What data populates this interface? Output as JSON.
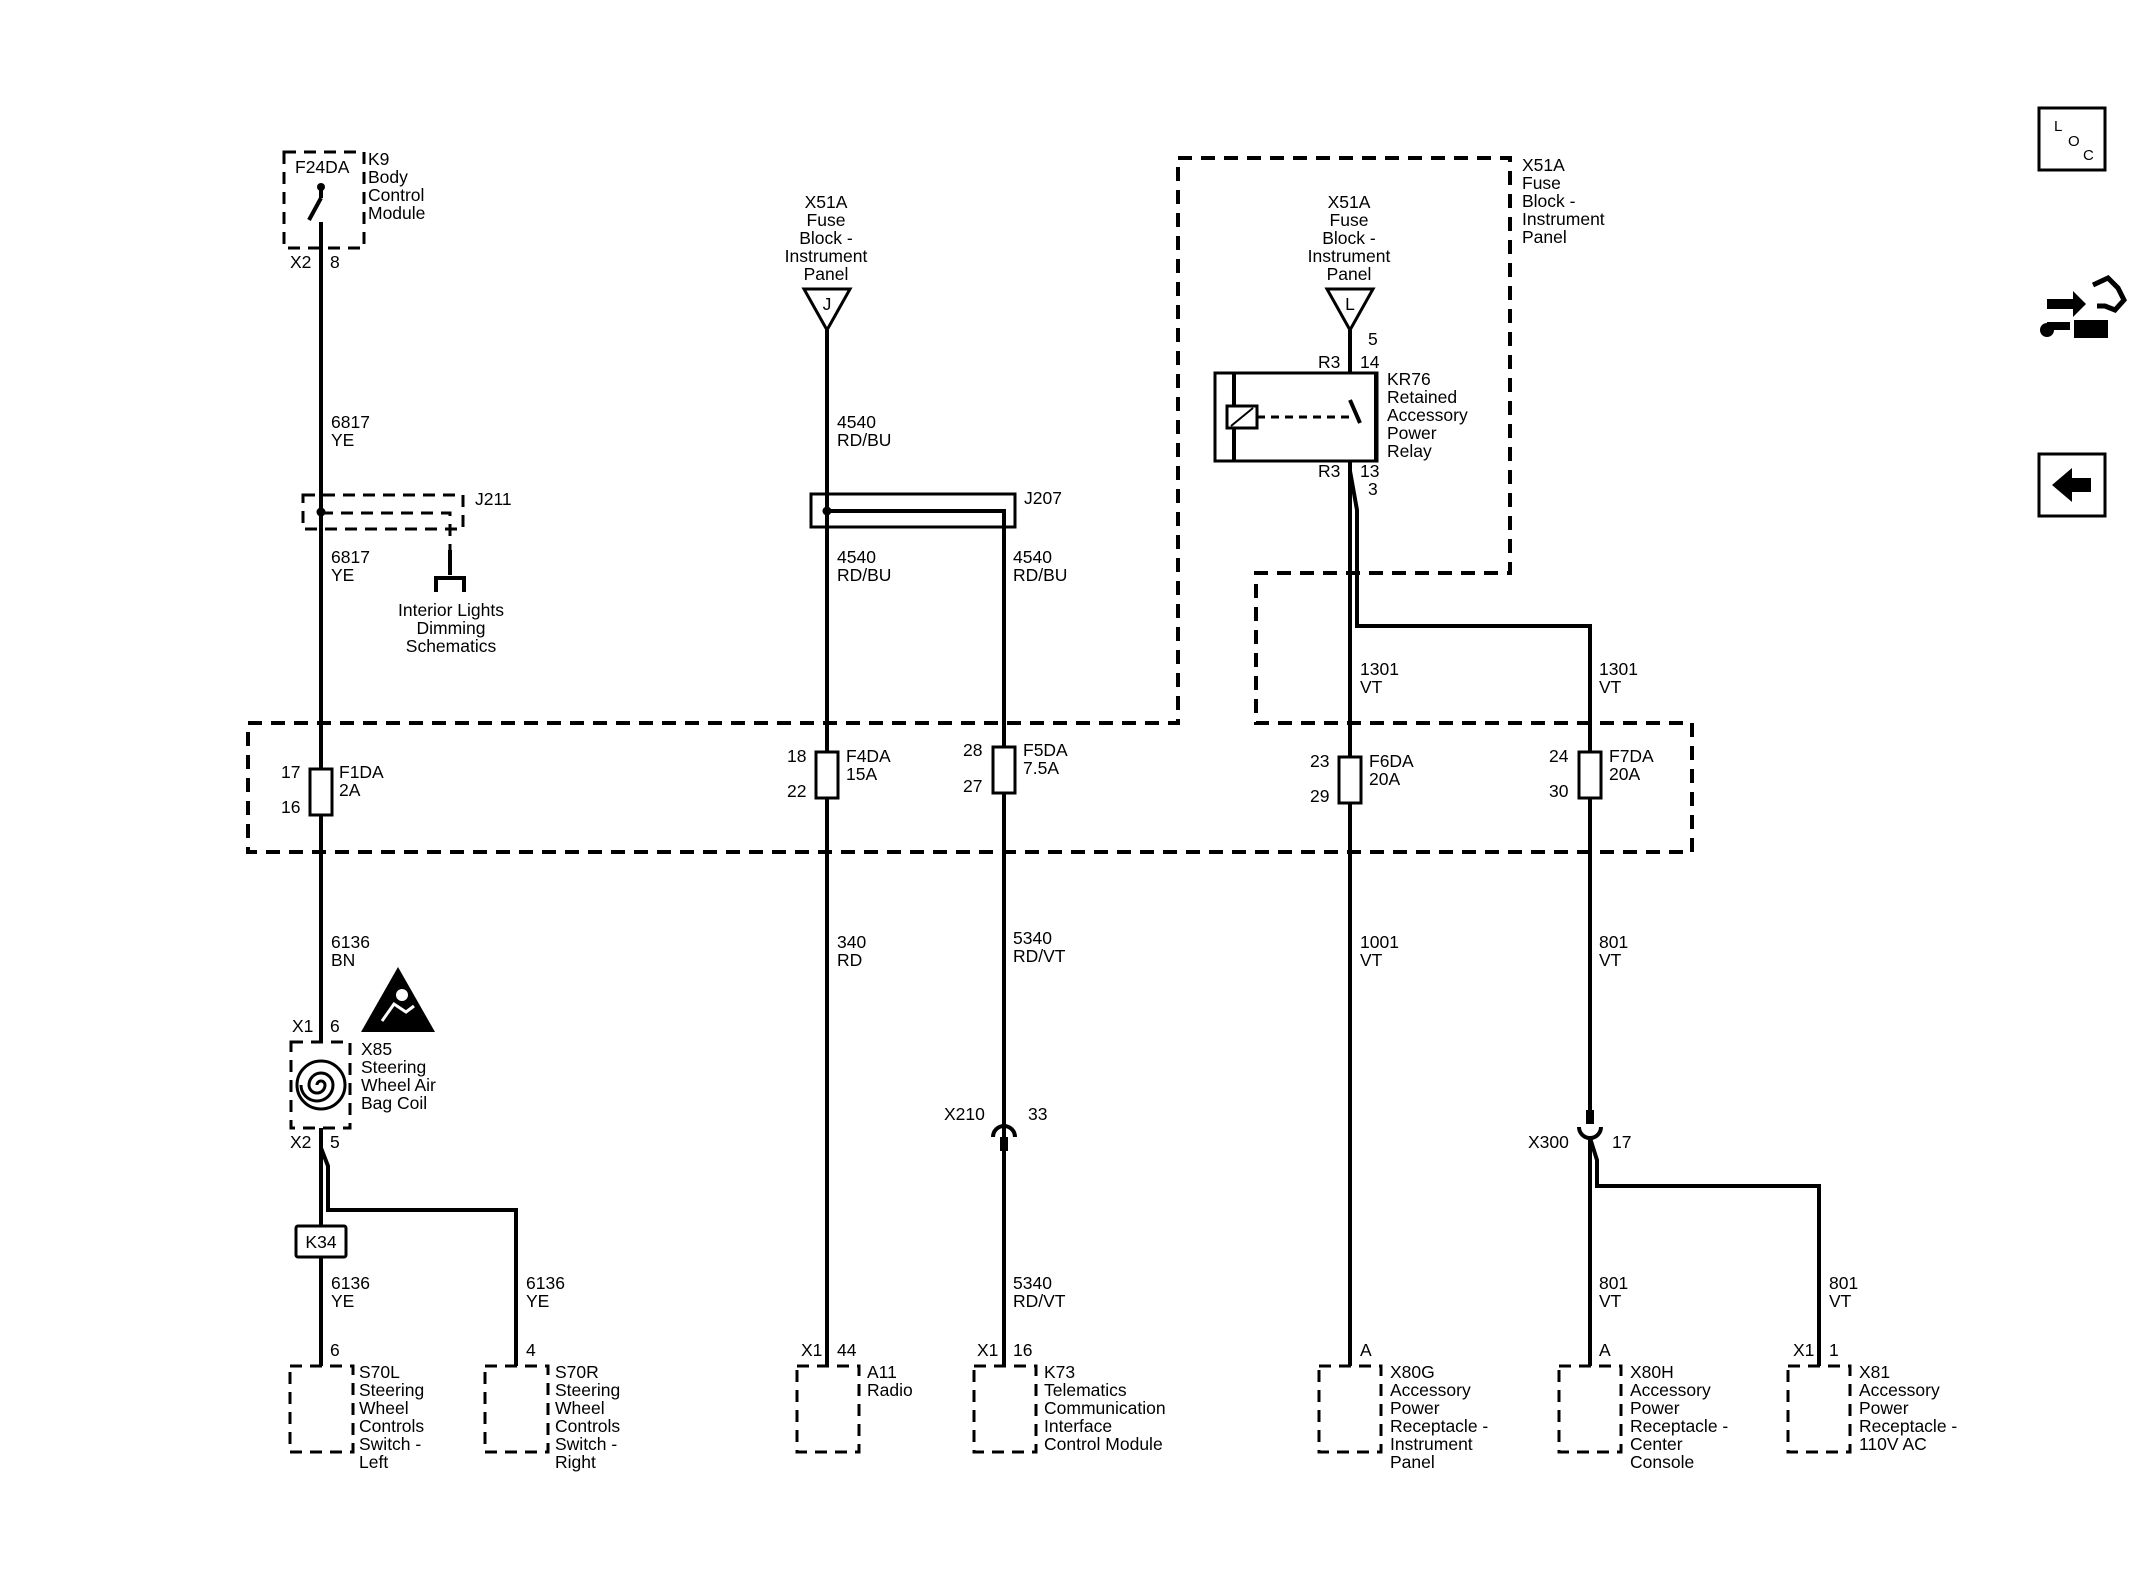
{
  "modules": {
    "bcm": {
      "id": "K9",
      "name_lines": [
        "Body",
        "Control",
        "Module"
      ],
      "device": "F24DA",
      "conn": "X2",
      "pin": "8"
    },
    "x51a_left": {
      "lines": [
        "X51A",
        "Fuse",
        "Block -",
        "Instrument",
        "Panel"
      ],
      "terminal": "J"
    },
    "x51a_right": {
      "lines": [
        "X51A",
        "Fuse",
        "Block -",
        "Instrument",
        "Panel"
      ],
      "terminal": "L"
    },
    "x51a_box": {
      "lines": [
        "X51A",
        "Fuse",
        "Block -",
        "Instrument",
        "Panel"
      ]
    },
    "relay": {
      "id": "KR76",
      "name_lines": [
        "Retained",
        "Accessory",
        "Power",
        "Relay"
      ],
      "conn_top": "R3",
      "pin_top": "14",
      "pin_in": "5",
      "conn_bottom": "R3",
      "pin_bottom": "13",
      "pin_out": "3"
    },
    "airbag_coil": {
      "id": "X85",
      "name_lines": [
        "Steering",
        "Wheel Air",
        "Bag Coil"
      ],
      "conn_top": "X1",
      "pin_top": "6",
      "conn_bottom": "X2",
      "pin_bottom": "5"
    },
    "s70l": {
      "id": "S70L",
      "name_lines": [
        "Steering",
        "Wheel",
        "Controls",
        "Switch -",
        "Left"
      ],
      "pin": "6"
    },
    "s70r": {
      "id": "S70R",
      "name_lines": [
        "Steering",
        "Wheel",
        "Controls",
        "Switch -",
        "Right"
      ],
      "pin": "4"
    },
    "a11": {
      "id": "A11",
      "name_lines": [
        "Radio"
      ],
      "conn": "X1",
      "pin": "44"
    },
    "k73": {
      "id": "K73",
      "name_lines": [
        "Telematics",
        "Communication",
        "Interface",
        "Control Module"
      ],
      "conn": "X1",
      "pin": "16"
    },
    "x80g": {
      "id": "X80G",
      "name_lines": [
        "Accessory",
        "Power",
        "Receptacle -",
        "Instrument",
        "Panel"
      ],
      "pin": "A"
    },
    "x80h": {
      "id": "X80H",
      "name_lines": [
        "Accessory",
        "Power",
        "Receptacle -",
        "Center",
        "Console"
      ],
      "pin": "A"
    },
    "x81": {
      "id": "X81",
      "name_lines": [
        "Accessory",
        "Power",
        "Receptacle -",
        "110V AC"
      ],
      "conn": "X1",
      "pin": "1"
    }
  },
  "splices": {
    "j211": {
      "id": "J211",
      "ref_lines": [
        "Interior Lights",
        "Dimming",
        "Schematics"
      ]
    },
    "j207": {
      "id": "J207"
    },
    "k34": {
      "id": "K34"
    }
  },
  "inline_connectors": {
    "x210": {
      "id": "X210",
      "pin": "33"
    },
    "x300": {
      "id": "X300",
      "pin": "17"
    }
  },
  "fuses": [
    {
      "id": "F1DA",
      "rating": "2A",
      "pin_in": "17",
      "pin_out": "16"
    },
    {
      "id": "F4DA",
      "rating": "15A",
      "pin_in": "18",
      "pin_out": "22"
    },
    {
      "id": "F5DA",
      "rating": "7.5A",
      "pin_in": "28",
      "pin_out": "27"
    },
    {
      "id": "F6DA",
      "rating": "20A",
      "pin_in": "23",
      "pin_out": "29"
    },
    {
      "id": "F7DA",
      "rating": "20A",
      "pin_in": "24",
      "pin_out": "30"
    }
  ],
  "wires": {
    "w6817a": {
      "circuit": "6817",
      "color": "YE"
    },
    "w6817b": {
      "circuit": "6817",
      "color": "YE"
    },
    "w4540a": {
      "circuit": "4540",
      "color": "RD/BU"
    },
    "w4540b": {
      "circuit": "4540",
      "color": "RD/BU"
    },
    "w4540c": {
      "circuit": "4540",
      "color": "RD/BU"
    },
    "w1301a": {
      "circuit": "1301",
      "color": "VT"
    },
    "w1301b": {
      "circuit": "1301",
      "color": "VT"
    },
    "w6136a": {
      "circuit": "6136",
      "color": "BN"
    },
    "w6136b": {
      "circuit": "6136",
      "color": "YE"
    },
    "w6136c": {
      "circuit": "6136",
      "color": "YE"
    },
    "w340": {
      "circuit": "340",
      "color": "RD"
    },
    "w5340a": {
      "circuit": "5340",
      "color": "RD/VT"
    },
    "w5340b": {
      "circuit": "5340",
      "color": "RD/VT"
    },
    "w1001": {
      "circuit": "1001",
      "color": "VT"
    },
    "w801a": {
      "circuit": "801",
      "color": "VT"
    },
    "w801b": {
      "circuit": "801",
      "color": "VT"
    },
    "w801c": {
      "circuit": "801",
      "color": "VT"
    }
  },
  "nav": {
    "loc_letters": [
      "L",
      "O",
      "C"
    ],
    "loc_icon": "loc-icon",
    "connector_icon": "connector-wrench-icon",
    "back_icon": "back-arrow-icon"
  }
}
